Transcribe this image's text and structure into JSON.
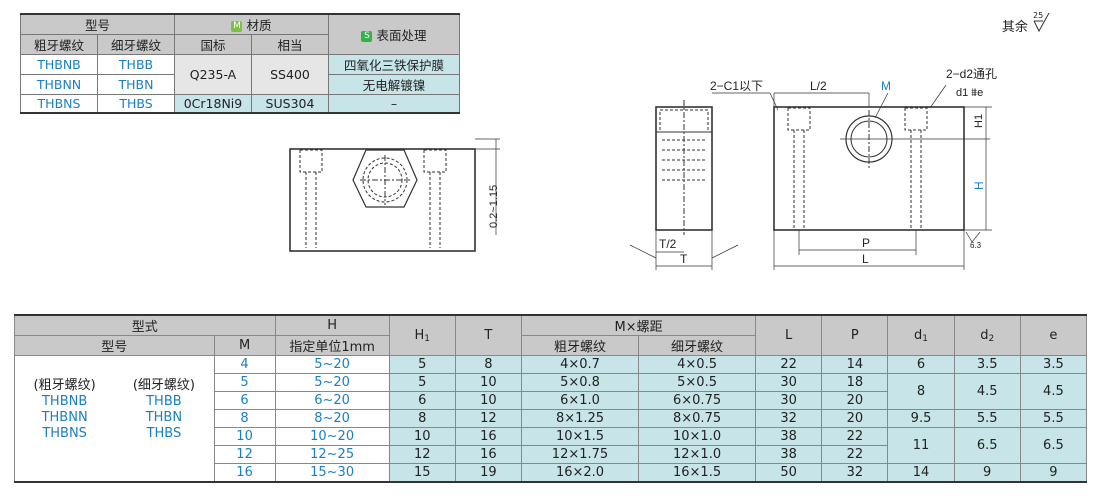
{
  "material_table": {
    "h_model": "型号",
    "h_material": "材质",
    "h_surface": "表面处理",
    "tag_m": "M",
    "tag_s": "S",
    "h_coarse": "粗牙螺纹",
    "h_fine": "细牙螺纹",
    "h_gb": "国标",
    "h_equiv": "相当",
    "rows": [
      {
        "coarse": "THBNB",
        "fine": "THBB"
      },
      {
        "coarse": "THBNN",
        "fine": "THBN"
      },
      {
        "coarse": "THBNS",
        "fine": "THBS"
      }
    ],
    "mat1_gb": "Q235-A",
    "mat1_eq": "SS400",
    "mat2_gb": "0Cr18Ni9",
    "mat2_eq": "SUS304",
    "surf1": "四氧化三铁保护膜",
    "surf2": "无电解镀镍",
    "surf3": "–"
  },
  "note": {
    "text": "其余",
    "roughness": "25"
  },
  "drawing": {
    "dim_0215": "0.2~1.15",
    "dim_c1": "2−C1以下",
    "dim_l2": "L/2",
    "dim_m": "M",
    "dim_d2": "2−d2通孔",
    "dim_d1": "d1 ⩩e",
    "dim_h1": "H1",
    "dim_h": "H",
    "dim_p": "P",
    "dim_l": "L",
    "dim_t2": "T/2",
    "dim_t": "T",
    "dim_63": "6.3"
  },
  "spec_table": {
    "h_type": "型式",
    "h_model": "型号",
    "h_m": "M",
    "h_h": "H",
    "h_h_unit": "指定单位1mm",
    "h_h1": "H",
    "h_h1_sub": "1",
    "h_t": "T",
    "h_mpitch": "M×螺距",
    "h_coarse": "粗牙螺纹",
    "h_fine": "细牙螺纹",
    "h_l": "L",
    "h_p": "P",
    "h_d1": "d",
    "h_d1_sub": "1",
    "h_d2": "d",
    "h_d2_sub": "2",
    "h_e": "e",
    "model_coarse_label": "(粗牙螺纹)",
    "model_fine_label": "(细牙螺纹)",
    "models": [
      {
        "coarse": "THBNB",
        "fine": "THBB"
      },
      {
        "coarse": "THBNN",
        "fine": "THBN"
      },
      {
        "coarse": "THBNS",
        "fine": "THBS"
      }
    ],
    "rows": [
      {
        "m": "4",
        "h": "5~20",
        "h1": "5",
        "t": "8",
        "coarse": "4×0.7",
        "fine": "4×0.5",
        "l": "22",
        "p": "14"
      },
      {
        "m": "5",
        "h": "5~20",
        "h1": "5",
        "t": "10",
        "coarse": "5×0.8",
        "fine": "5×0.5",
        "l": "30",
        "p": "18"
      },
      {
        "m": "6",
        "h": "6~20",
        "h1": "6",
        "t": "10",
        "coarse": "6×1.0",
        "fine": "6×0.75",
        "l": "30",
        "p": "20"
      },
      {
        "m": "8",
        "h": "8~20",
        "h1": "8",
        "t": "12",
        "coarse": "8×1.25",
        "fine": "8×0.75",
        "l": "32",
        "p": "20"
      },
      {
        "m": "10",
        "h": "10~20",
        "h1": "10",
        "t": "16",
        "coarse": "10×1.5",
        "fine": "10×1.0",
        "l": "38",
        "p": "22"
      },
      {
        "m": "12",
        "h": "12~25",
        "h1": "12",
        "t": "16",
        "coarse": "12×1.75",
        "fine": "12×1.0",
        "l": "38",
        "p": "22"
      },
      {
        "m": "16",
        "h": "15~30",
        "h1": "15",
        "t": "19",
        "coarse": "16×2.0",
        "fine": "16×1.5",
        "l": "50",
        "p": "32"
      }
    ],
    "d1": [
      "6",
      "8",
      "9.5",
      "11",
      "14"
    ],
    "d2": [
      "3.5",
      "4.5",
      "5.5",
      "6.5",
      "9"
    ],
    "e": [
      "3.5",
      "4.5",
      "5.5",
      "6.5",
      "9"
    ]
  }
}
